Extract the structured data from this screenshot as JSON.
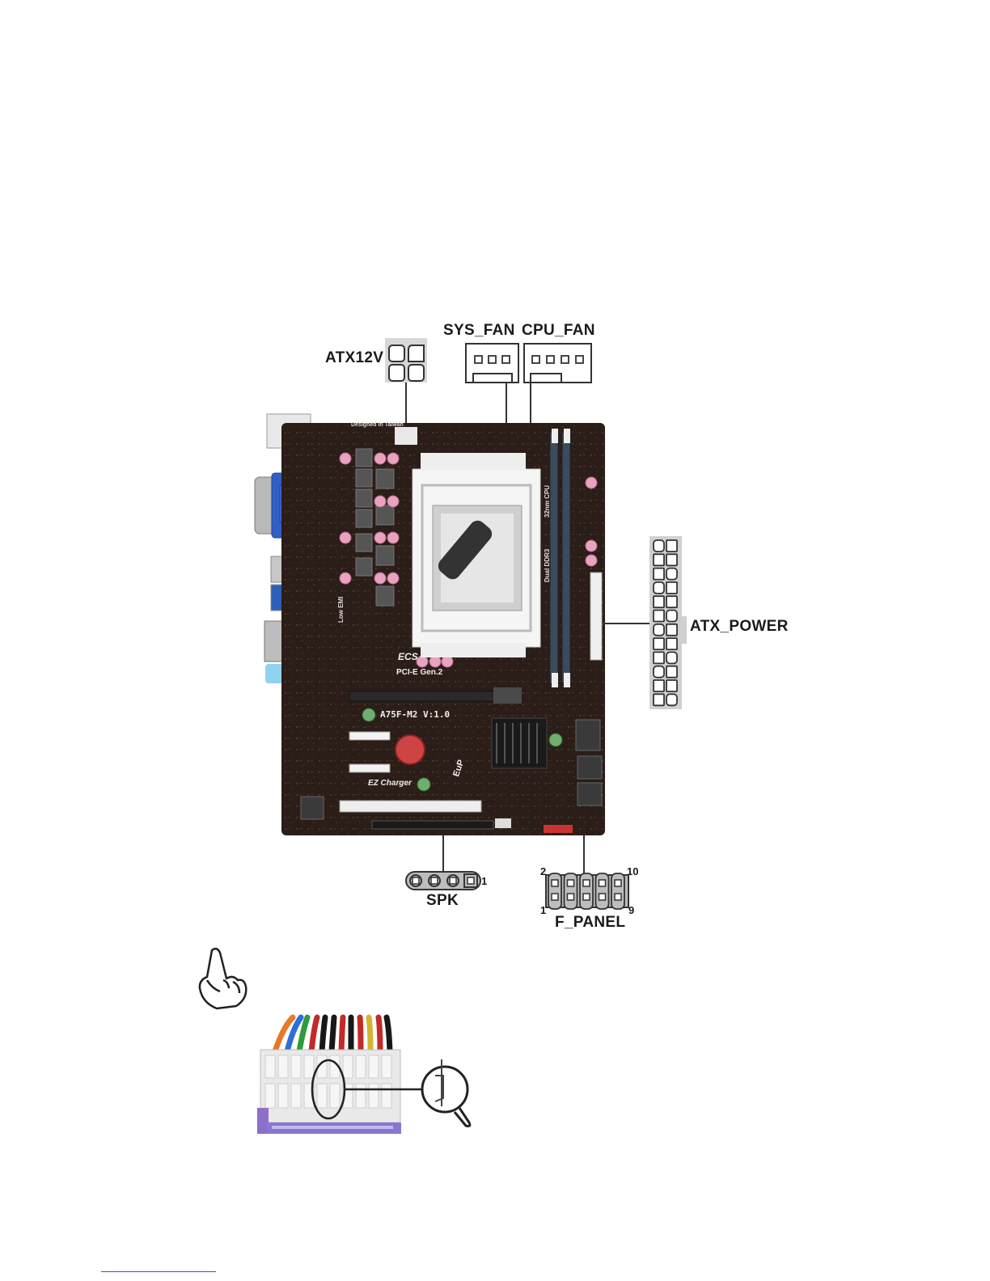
{
  "labels": {
    "atx12v": "ATX12V",
    "sys_fan": "SYS_FAN",
    "cpu_fan": "CPU_FAN",
    "atx_power": "ATX_POWER",
    "spk": "SPK",
    "f_panel": "F_PANEL"
  },
  "pin_numbers": {
    "spk_pin1": "1",
    "fp_top_left": "2",
    "fp_top_right": "10",
    "fp_bottom_left": "1",
    "fp_bottom_right": "9"
  },
  "board_text": {
    "designed_in": "Designed in Taiwan",
    "brand": "ECS",
    "pcie": "PCI-E Gen.2",
    "model": "A75F-M2 V:1.0",
    "ez_charger": "EZ Charger",
    "eup": "EuP",
    "dual_ddr3": "Dual DDR3",
    "low_emi": "Low EMI",
    "cpu_note": "32nm CPU"
  },
  "colors": {
    "board": "#2b1d17",
    "connector_fill": "#f2f2f2",
    "header_fill": "#bdbdbd",
    "line": "#333333"
  }
}
